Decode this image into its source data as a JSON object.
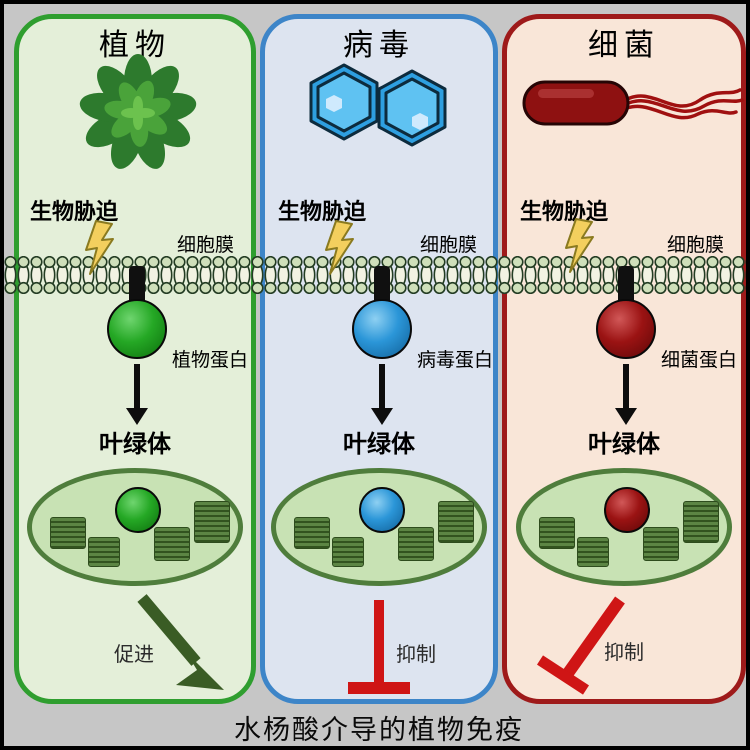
{
  "caption": "水杨酸介导的植物免疫",
  "columns": [
    {
      "title": "植物",
      "organism_icon": "plant-rosette-icon",
      "stress_label": "生物胁迫",
      "membrane_label": "细胞膜",
      "protein_label": "植物蛋白",
      "chloroplast_label": "叶绿体",
      "effect_label": "促进",
      "effect_type": "promote",
      "panel_fill": "#e4efd9",
      "panel_border": "#2f9e2f",
      "protein_color": "#25a825",
      "effect_color": "#3a5c25"
    },
    {
      "title": "病毒",
      "organism_icon": "virus-hexagons-icon",
      "stress_label": "生物胁迫",
      "membrane_label": "细胞膜",
      "protein_label": "病毒蛋白",
      "chloroplast_label": "叶绿体",
      "effect_label": "抑制",
      "effect_type": "inhibit",
      "panel_fill": "#dde4f0",
      "panel_border": "#3d85c8",
      "protein_color": "#2b96d8",
      "effect_color": "#cf1515"
    },
    {
      "title": "细菌",
      "organism_icon": "bacterium-rod-icon",
      "stress_label": "生物胁迫",
      "membrane_label": "细胞膜",
      "protein_label": "细菌蛋白",
      "chloroplast_label": "叶绿体",
      "effect_label": "抑制",
      "effect_type": "inhibit",
      "panel_fill": "#f9e6d8",
      "panel_border": "#9e1a1a",
      "protein_color": "#9b1313",
      "effect_color": "#cf1515"
    }
  ],
  "colors": {
    "background": "#c6c6c6",
    "frame": "#000000",
    "membrane_head": "#cfdfba",
    "membrane_outline": "#233c23",
    "chloroplast_fill": "#c8e2b4",
    "chloroplast_border": "#4f7d3c",
    "grana_green": "#32531f",
    "lightning_yellow": "#f3cf5e",
    "inhibit_red": "#cf1515",
    "promote_green": "#3a5c25"
  }
}
